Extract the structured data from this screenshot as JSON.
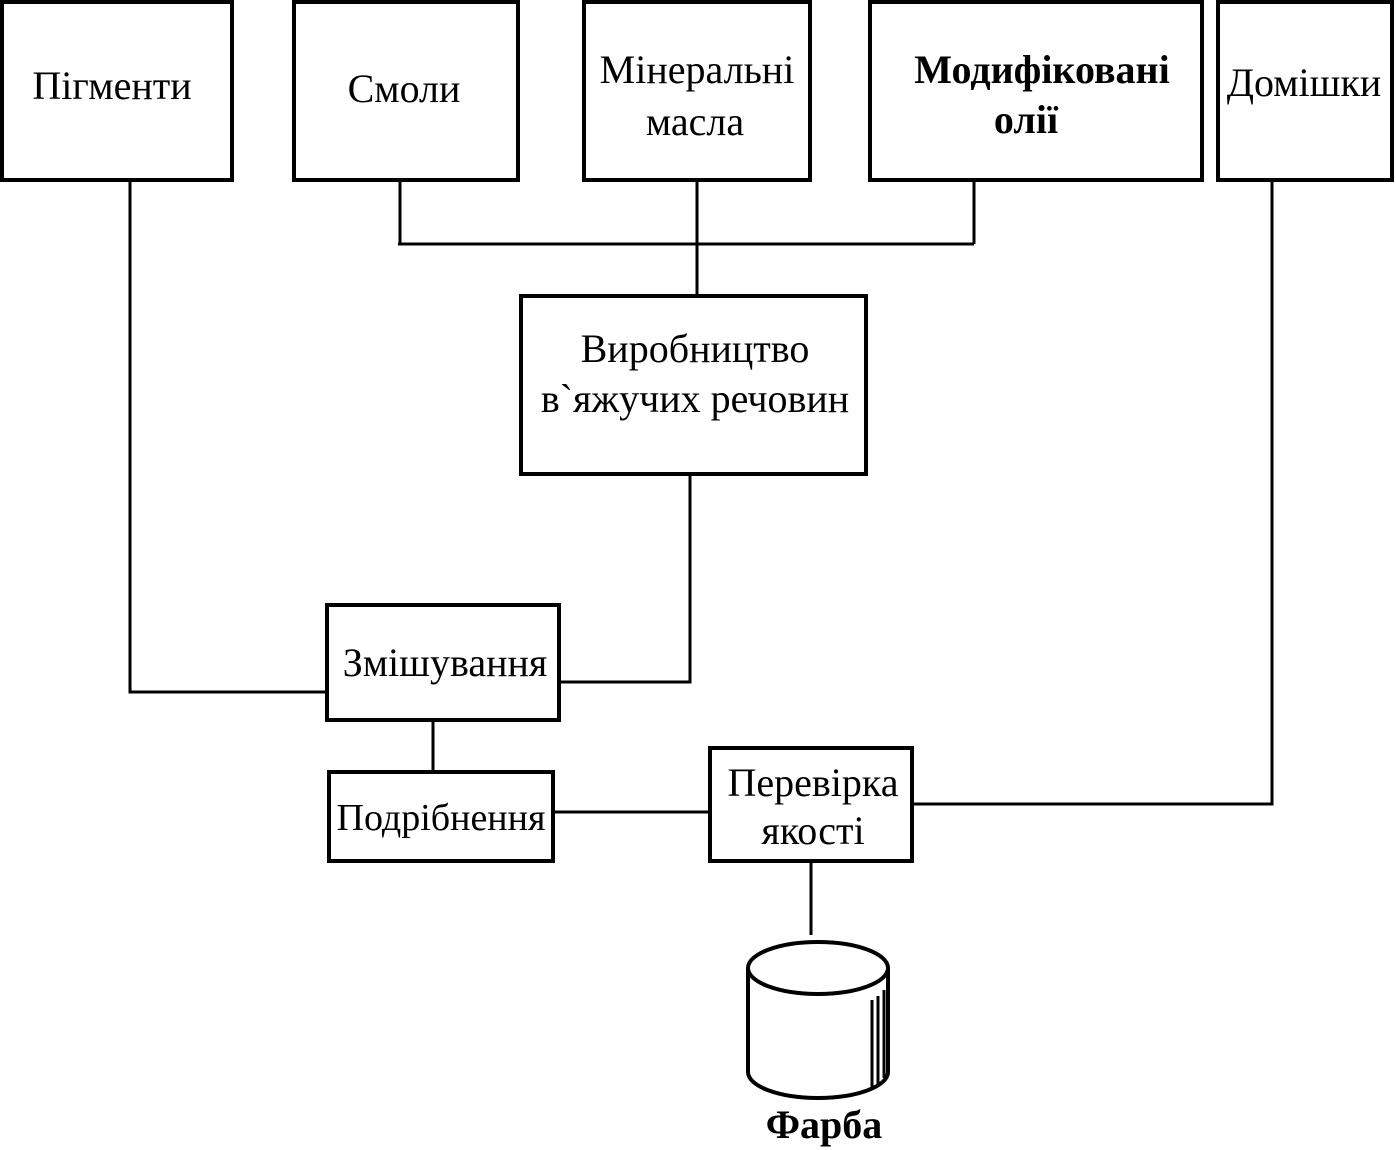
{
  "nodes": {
    "pigments": {
      "label": "Пігменти"
    },
    "resins": {
      "label": "Смоли"
    },
    "mineral_oils": {
      "line1": "Мінеральні",
      "line2": "масла"
    },
    "modified_oils": {
      "line1": "Модифіковані",
      "line2": "олії"
    },
    "additives": {
      "label": "Домішки"
    },
    "binder_production": {
      "line1": "Виробництво",
      "line2": "в`яжучих речовин"
    },
    "mixing": {
      "label": "Змішування"
    },
    "grinding": {
      "label": "Подрібнення"
    },
    "quality_check": {
      "line1": "Перевірка",
      "line2": "якості"
    },
    "paint": {
      "label": "Фарба"
    }
  }
}
